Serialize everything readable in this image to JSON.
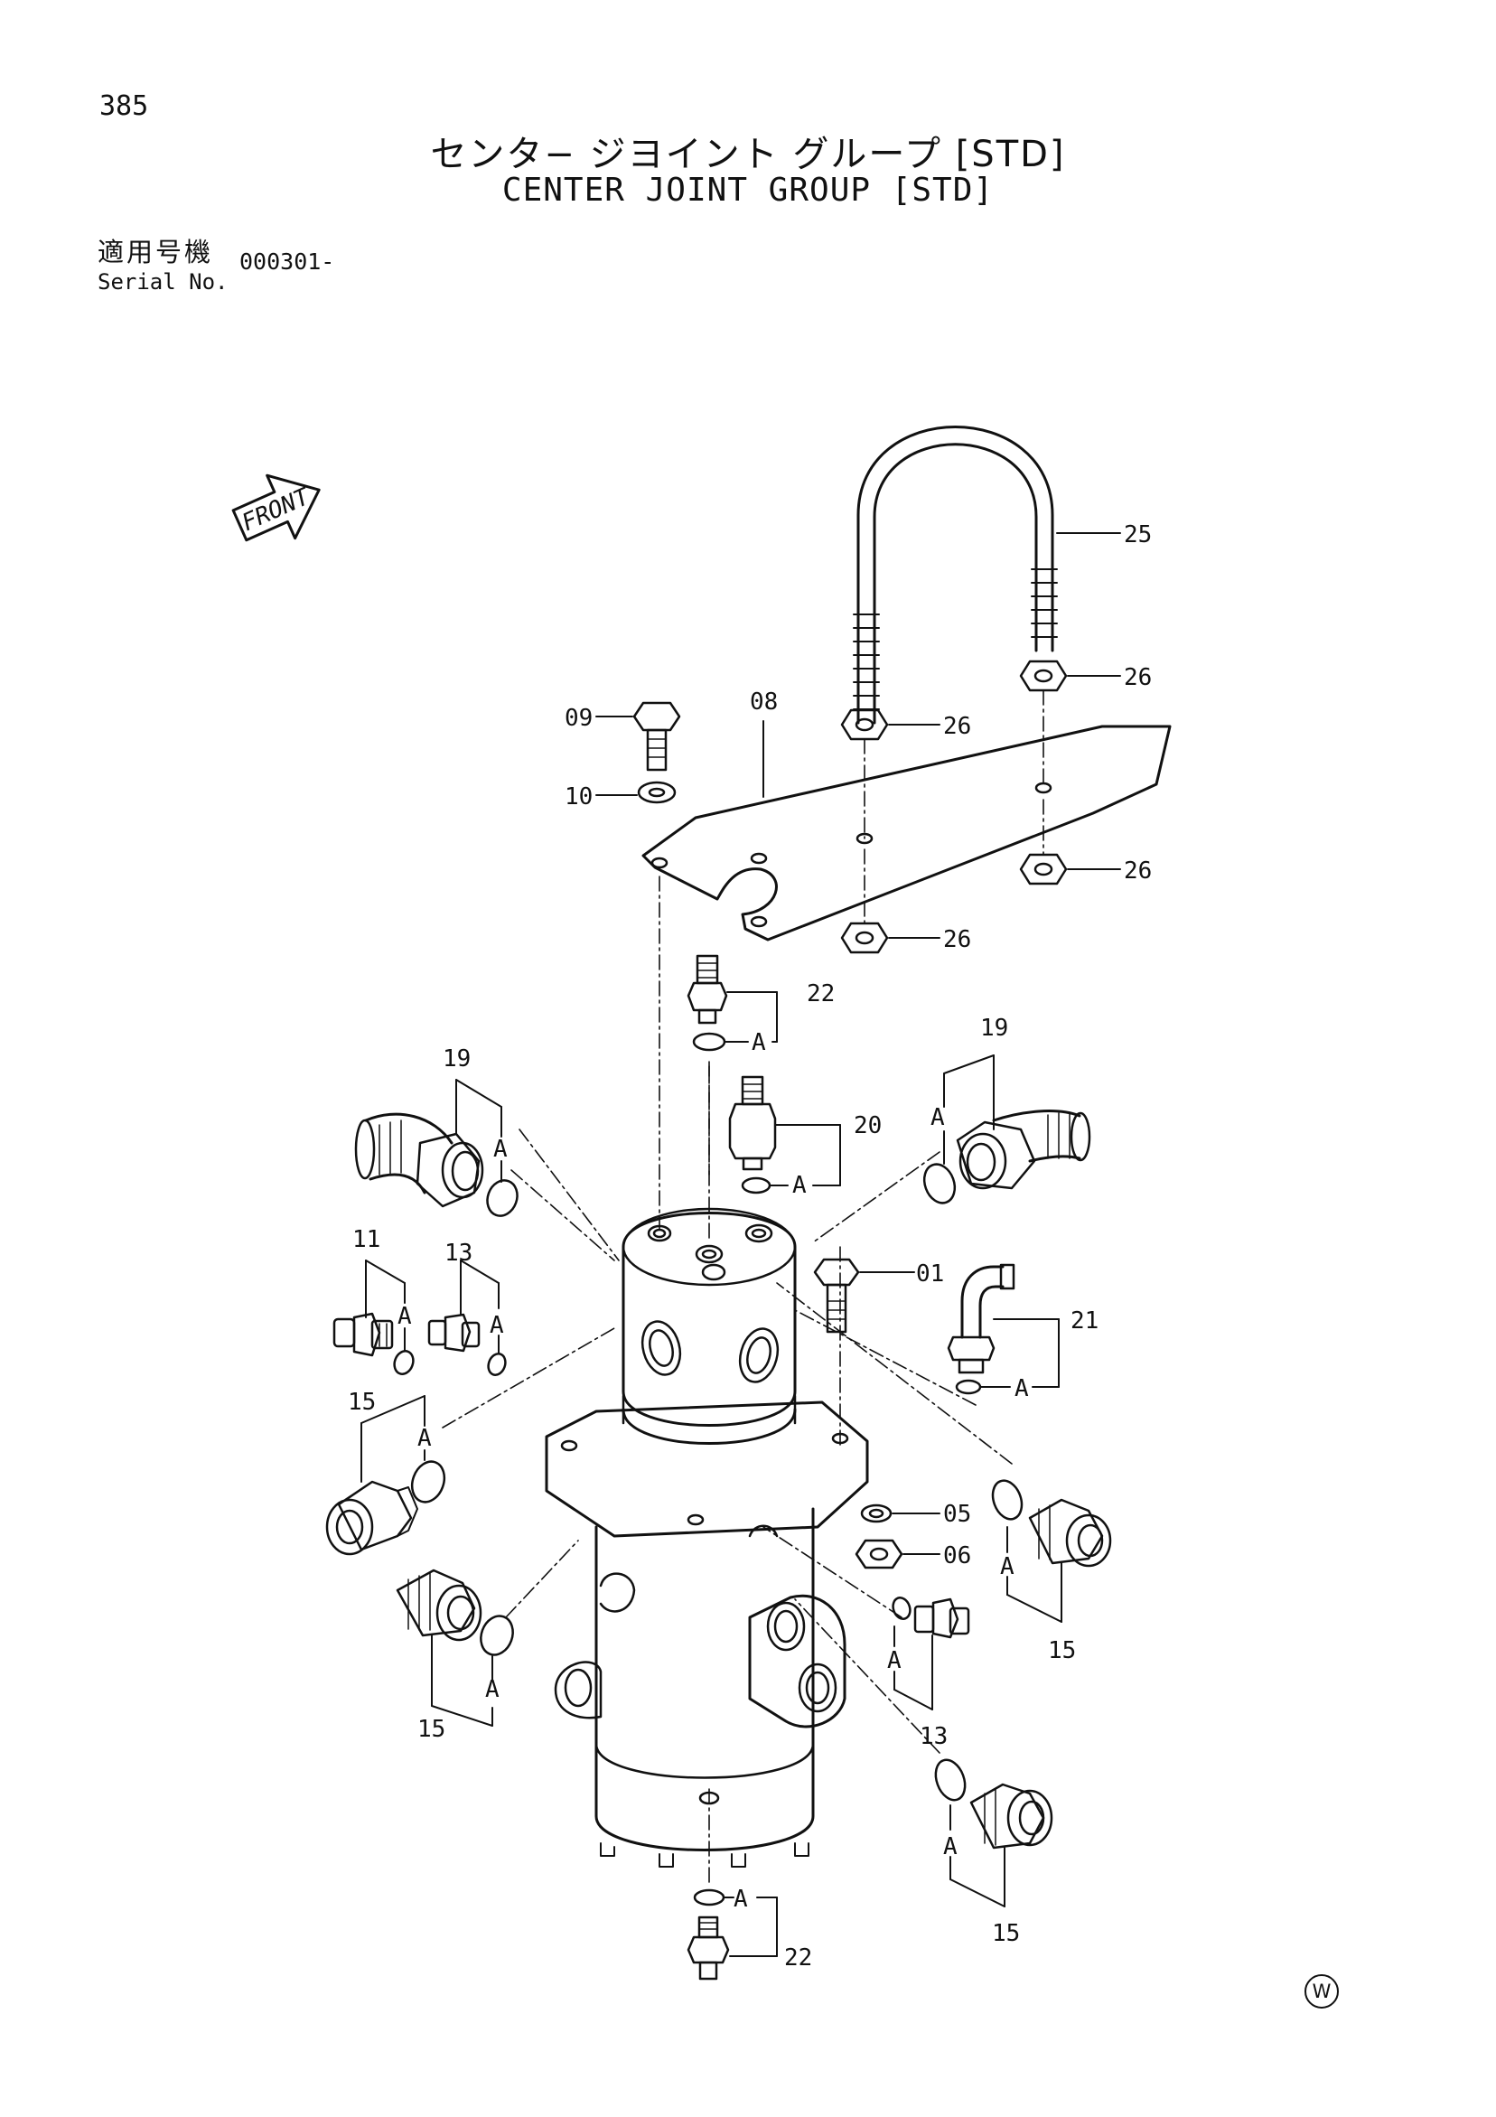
{
  "header": {
    "page_number": "385",
    "title_jp": "センタ− ジヨイント グループ [STD]",
    "title_en": "CENTER JOINT GROUP [STD]",
    "serial_label_jp": "適用号機",
    "serial_label_en": "Serial No.",
    "serial_value": "000301-"
  },
  "direction": {
    "front_label": "FRONT"
  },
  "callouts": [
    {
      "id": "c25",
      "label": "25"
    },
    {
      "id": "c26a",
      "label": "26"
    },
    {
      "id": "c26b",
      "label": "26"
    },
    {
      "id": "c26c",
      "label": "26"
    },
    {
      "id": "c26d",
      "label": "26"
    },
    {
      "id": "c09",
      "label": "09"
    },
    {
      "id": "c08",
      "label": "08"
    },
    {
      "id": "c10",
      "label": "10"
    },
    {
      "id": "c22a",
      "label": "22"
    },
    {
      "id": "c20",
      "label": "20"
    },
    {
      "id": "c19a",
      "label": "19"
    },
    {
      "id": "c19b",
      "label": "19"
    },
    {
      "id": "c01",
      "label": "01"
    },
    {
      "id": "c21",
      "label": "21"
    },
    {
      "id": "c11",
      "label": "11"
    },
    {
      "id": "c13a",
      "label": "13"
    },
    {
      "id": "c15a",
      "label": "15"
    },
    {
      "id": "c05",
      "label": "05"
    },
    {
      "id": "c06",
      "label": "06"
    },
    {
      "id": "c15b",
      "label": "15"
    },
    {
      "id": "c13b",
      "label": "13"
    },
    {
      "id": "c15c",
      "label": "15"
    },
    {
      "id": "c15d",
      "label": "15"
    },
    {
      "id": "c22b",
      "label": "22"
    }
  ],
  "oring_marker": "A",
  "footer": {
    "watermark": "W"
  },
  "colors": {
    "ink": "#111111",
    "paper": "#ffffff"
  }
}
